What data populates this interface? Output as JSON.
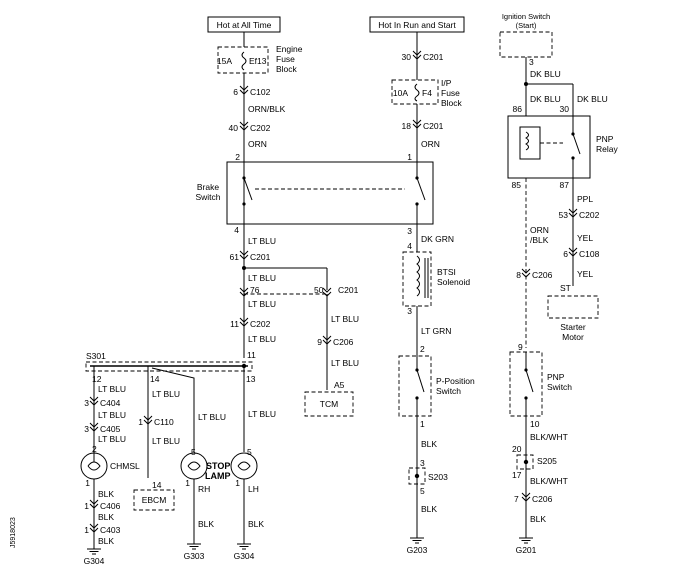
{
  "headers": {
    "hot_at_all_time": "Hot at All Time",
    "hot_in_run_start": "Hot In Run and Start",
    "ignition_switch_line1": "Ignition Switch",
    "ignition_switch_line2": "(Start)"
  },
  "components": {
    "engine_fuse_value": "15A",
    "engine_fuse_id": "Ef13",
    "engine_fuse_block_1": "Engine",
    "engine_fuse_block_2": "Fuse",
    "engine_fuse_block_3": "Block",
    "ip_fuse_value": "10A",
    "ip_fuse_id": "F4",
    "ip_fuse_block_1": "I/P",
    "ip_fuse_block_2": "Fuse",
    "ip_fuse_block_3": "Block",
    "brake_switch_1": "Brake",
    "brake_switch_2": "Switch",
    "btsi_1": "BTSI",
    "btsi_2": "Solenoid",
    "p_position_1": "P-Position",
    "p_position_2": "Switch",
    "pnp_relay_1": "PNP",
    "pnp_relay_2": "Relay",
    "pnp_switch_1": "PNP",
    "pnp_switch_2": "Switch",
    "starter_1": "Starter",
    "starter_2": "Motor",
    "tcm": "TCM",
    "ebcm": "EBCM",
    "chmsl": "CHMSL",
    "stop_lamp_1": "STOP",
    "stop_lamp_2": "LAMP",
    "rh": "RH",
    "lh": "LH",
    "s301": "S301",
    "s203": "S203",
    "s205": "S205",
    "st": "ST",
    "a5": "A5"
  },
  "wires": {
    "orn_blk": "ORN/BLK",
    "orn": "ORN",
    "lt_blu": "LT BLU",
    "dk_grn": "DK GRN",
    "lt_grn": "LT GRN",
    "blk": "BLK",
    "dk_blu": "DK BLU",
    "orn_blk2_1": "ORN",
    "orn_blk2_2": "/BLK",
    "ppl": "PPL",
    "yel": "YEL",
    "blk_wht": "BLK/WHT"
  },
  "connectors": {
    "c102": "C102",
    "c202": "C202",
    "c201": "C201",
    "c206": "C206",
    "c404": "C404",
    "c405": "C405",
    "c406": "C406",
    "c403": "C403",
    "c110": "C110",
    "c108": "C108"
  },
  "pins": {
    "p1": "1",
    "p2": "2",
    "p3": "3",
    "p4": "4",
    "p5": "5",
    "p6": "6",
    "p8": "8",
    "p9": "9",
    "p10": "10",
    "p11": "11",
    "p12": "12",
    "p13": "13",
    "p14": "14",
    "p17": "17",
    "p18": "18",
    "p20": "20",
    "p30": "30",
    "p40": "40",
    "p50": "50",
    "p53": "53",
    "p61": "61",
    "p76": "76",
    "p85": "85",
    "p86": "86",
    "p87": "87"
  },
  "grounds": {
    "g304a": "G304",
    "g303": "G303",
    "g304b": "G304",
    "g203": "G203",
    "g201": "G201"
  },
  "side_code": "J5918023"
}
